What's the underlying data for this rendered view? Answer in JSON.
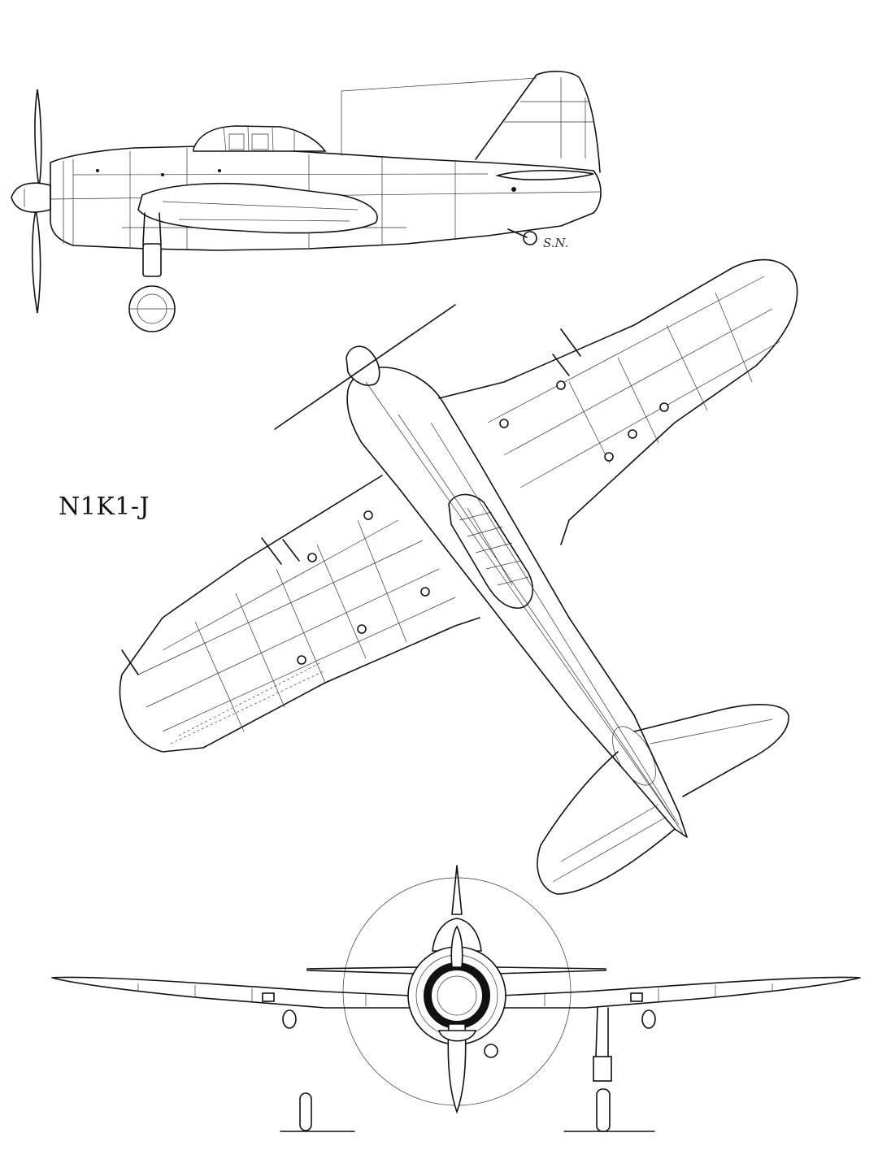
{
  "title": "N1K1-J",
  "signature": "S.N.",
  "views": [
    "side-view",
    "top-view",
    "front-view"
  ],
  "colors": {
    "ink": "#111111",
    "paper": "#ffffff"
  }
}
